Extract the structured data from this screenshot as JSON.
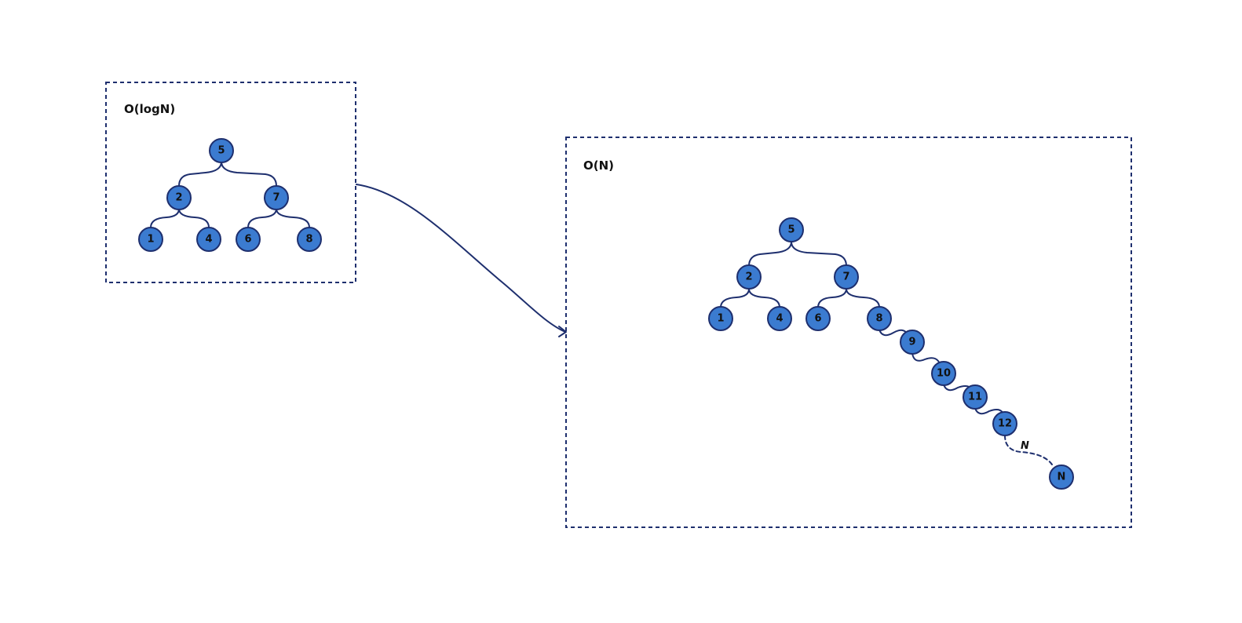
{
  "colors": {
    "node_fill": "#3b7bd0",
    "stroke": "#1e2f6e",
    "text": "#111111",
    "background": "#ffffff"
  },
  "balanced": {
    "label": "O(logN)",
    "nodes": [
      "5",
      "2",
      "7",
      "1",
      "4",
      "6",
      "8"
    ]
  },
  "degenerate": {
    "label": "O(N)",
    "nodes": [
      "5",
      "2",
      "7",
      "1",
      "4",
      "6",
      "8",
      "9",
      "10",
      "11",
      "12",
      "N"
    ],
    "gap_label": "N"
  }
}
